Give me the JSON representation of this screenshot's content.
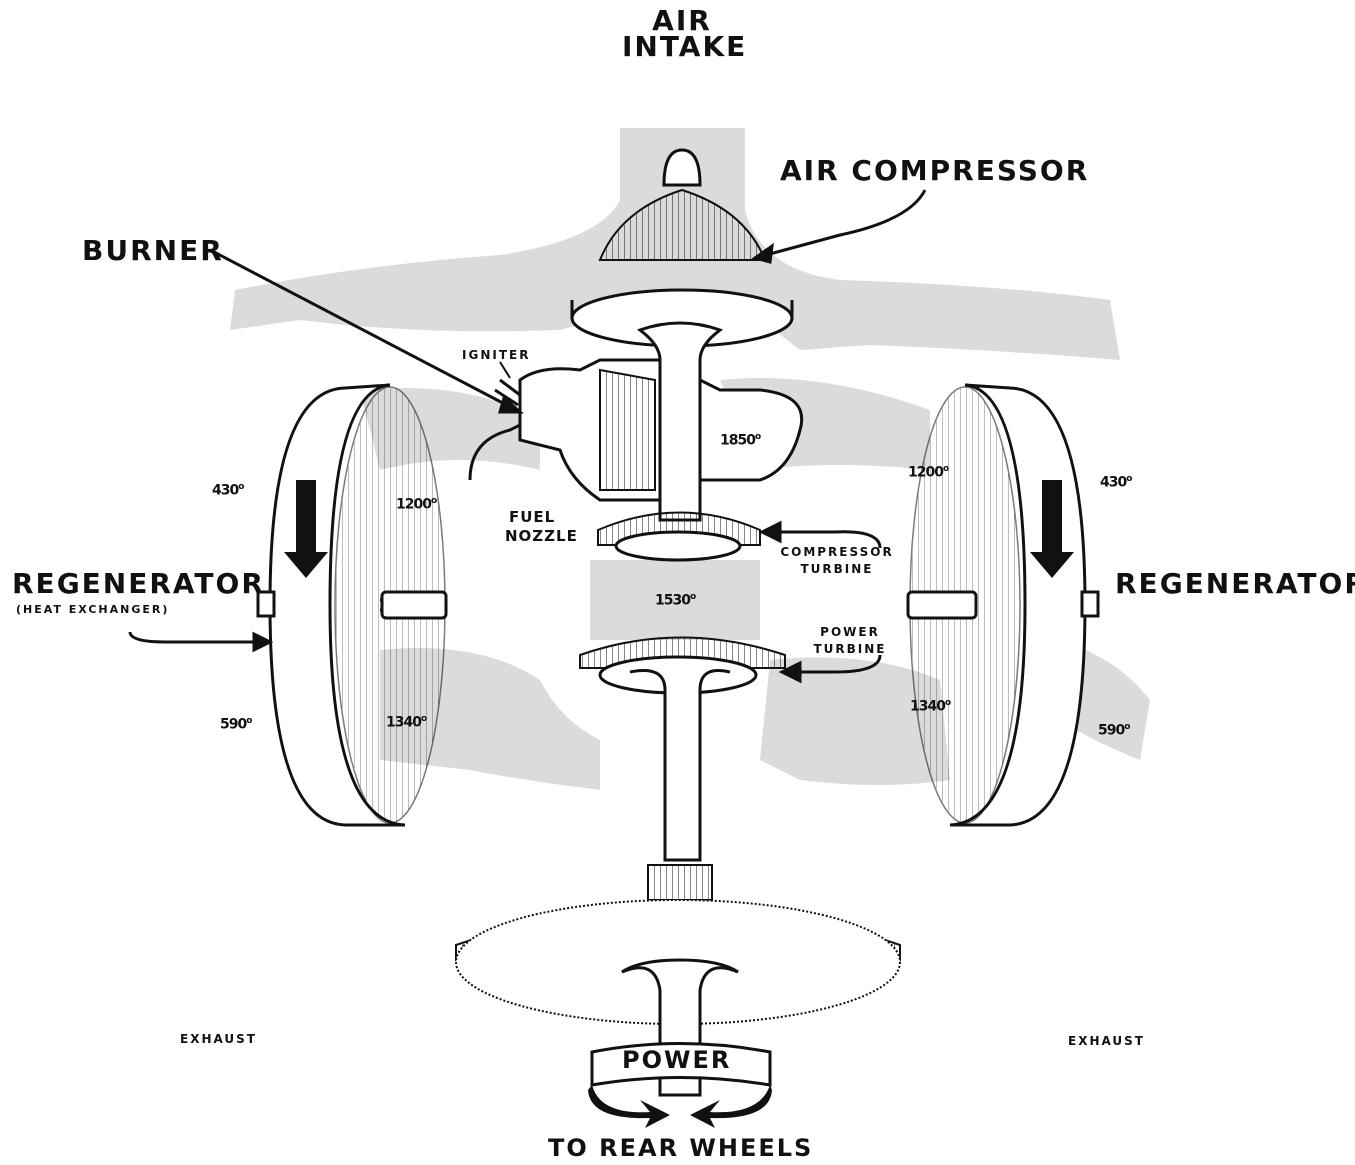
{
  "labels": {
    "air_intake_line1": "AIR",
    "air_intake_line2": "INTAKE",
    "air_compressor": "AIR COMPRESSOR",
    "burner": "BURNER",
    "igniter": "IGNITER",
    "fuel_nozzle_line1": "FUEL",
    "fuel_nozzle_line2": "NOZZLE",
    "compressor_turbine_line1": "COMPRESSOR",
    "compressor_turbine_line2": "TURBINE",
    "power_turbine_line1": "POWER",
    "power_turbine_line2": "TURBINE",
    "regenerator_left": "REGENERATOR",
    "heat_exchanger": "(HEAT EXCHANGER)",
    "regenerator_right": "REGENERATOR",
    "exhaust_left": "EXHAUST",
    "exhaust_right": "EXHAUST",
    "power": "POWER",
    "to_rear_wheels": "TO REAR WHEELS"
  },
  "temperatures": {
    "burner_outlet": "1850",
    "left_outer_top": "430",
    "left_inner_top": "1200",
    "right_inner_top": "1200",
    "right_outer_top": "430",
    "between_turbines": "1530",
    "left_inner_bottom": "1340",
    "right_inner_bottom": "1340",
    "left_outer_bottom": "590",
    "right_outer_bottom": "590",
    "degree_mark": "o"
  },
  "colors": {
    "ink": "#111111",
    "airflow_shade": "#c9c9c9",
    "background": "#ffffff"
  }
}
